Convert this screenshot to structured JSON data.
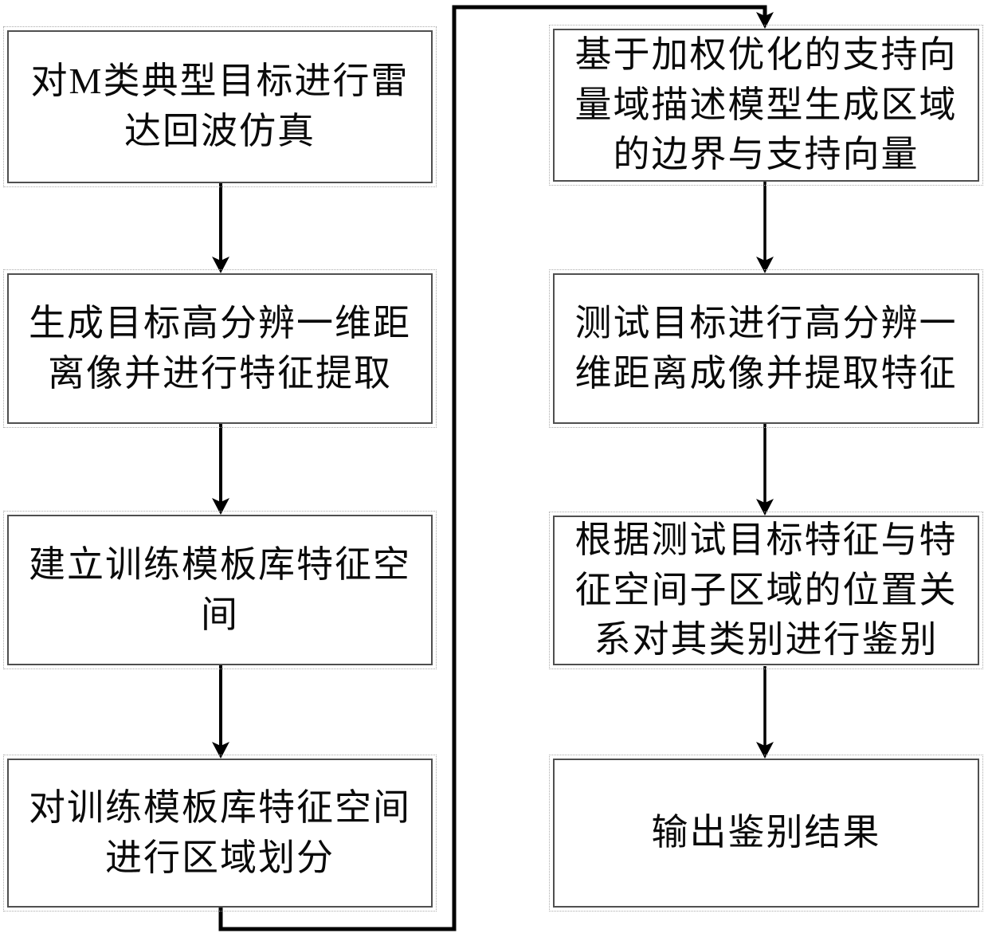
{
  "colors": {
    "background": "#ffffff",
    "box_border": "#4f4f4f",
    "text": "#0a0a0a",
    "connector": "#000000"
  },
  "flow": {
    "left_column": [
      {
        "id": "step-1",
        "label": "对M类典型目标进行雷达回波仿真"
      },
      {
        "id": "step-2",
        "label": "生成目标高分辨一维距离像并进行特征提取"
      },
      {
        "id": "step-3",
        "label": "建立训练模板库特征空间"
      },
      {
        "id": "step-4",
        "label": "对训练模板库特征空间进行区域划分"
      }
    ],
    "right_column": [
      {
        "id": "step-5",
        "label": "基于加权优化的支持向量域描述模型生成区域的边界与支持向量"
      },
      {
        "id": "step-6",
        "label": "测试目标进行高分辨一维距离成像并提取特征"
      },
      {
        "id": "step-7",
        "label": "根据测试目标特征与特征空间子区域的位置关系对其类别进行鉴别"
      },
      {
        "id": "step-8",
        "label": "输出鉴别结果"
      }
    ],
    "connections": [
      {
        "from": "step-1",
        "to": "step-2"
      },
      {
        "from": "step-2",
        "to": "step-3"
      },
      {
        "from": "step-3",
        "to": "step-4"
      },
      {
        "from": "step-4",
        "to": "step-5"
      },
      {
        "from": "step-5",
        "to": "step-6"
      },
      {
        "from": "step-6",
        "to": "step-7"
      },
      {
        "from": "step-7",
        "to": "step-8"
      }
    ]
  }
}
